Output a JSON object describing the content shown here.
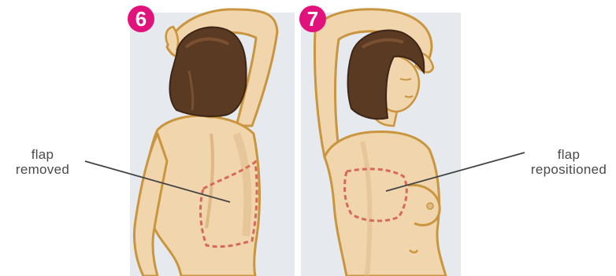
{
  "steps": [
    {
      "number": "6",
      "label_lines": [
        "flap",
        "removed"
      ]
    },
    {
      "number": "7",
      "label_lines": [
        "flap",
        "repositioned"
      ]
    }
  ],
  "colors": {
    "badge": "#e2127c",
    "panel_bg": "#e6eaee",
    "skin": "#f1d5ad",
    "skin_shadow": "#ddb985",
    "outline": "#c9953f",
    "hair": "#5a3a22",
    "hair_light": "#7a5030",
    "incision": "#d66a5a",
    "leader_line": "#444444"
  }
}
